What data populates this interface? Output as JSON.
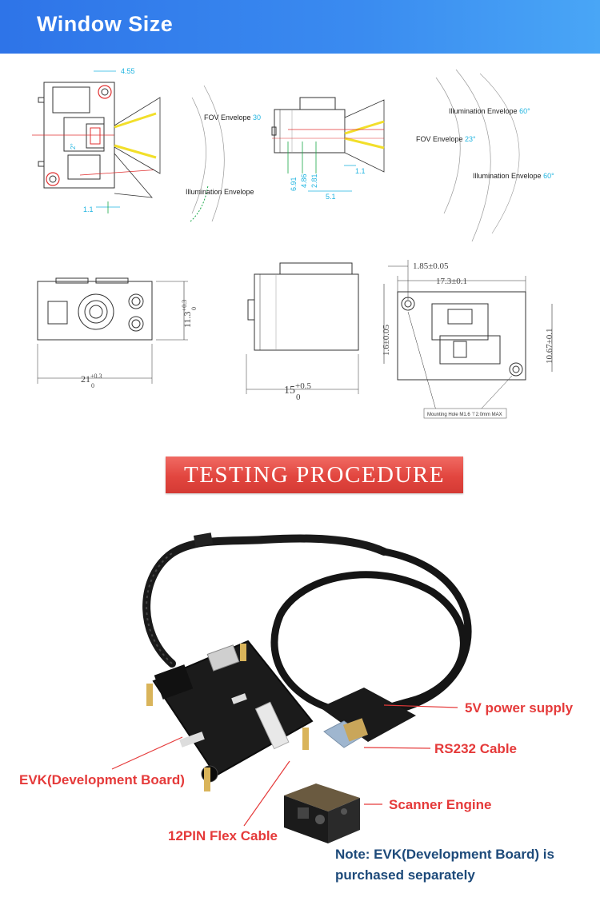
{
  "header": {
    "title": "Window Size"
  },
  "top_diagram_left": {
    "dim_top": "4.55",
    "dim_bottom": "1.1",
    "angle": "2°",
    "fov_label": "FOV Envelope",
    "fov_value": "30",
    "illum_label": "Illumination Envelope",
    "illum_value": ""
  },
  "top_diagram_right": {
    "illum_label": "Illumination Envelope",
    "illum_value_top": "60°",
    "fov_label": "FOV Envelope",
    "fov_value": "23°",
    "illum_value_bottom": "60°",
    "dims": [
      "6.91",
      "4.86",
      "2.81"
    ],
    "dim_small": "1.1",
    "dim_bottom": "5.1"
  },
  "dim_drawings": {
    "front_width": "21",
    "front_width_tol_upper": "+0.3",
    "front_width_tol_lower": "0",
    "front_height": "11.3",
    "front_height_tol_upper": "+0.3",
    "front_height_tol_lower": "0",
    "side_width": "15",
    "side_width_tol_upper": "+0.5",
    "side_width_tol_lower": "0",
    "top_offset": "1.85±0.05",
    "top_width": "17.3±0.1",
    "left_offset": "1.6±0.05",
    "right_height": "10.67±0.1",
    "mounting_note": "Mounting Hole M1.6  ⊤2.0mm MAX"
  },
  "banner": {
    "title": "TESTING PROCEDURE"
  },
  "labels": {
    "power": "5V power supply",
    "rs232": "RS232 Cable",
    "evk": "EVK(Development Board)",
    "scanner": "Scanner Engine",
    "flex": "12PIN Flex Cable"
  },
  "note": {
    "line1": "Note: EVK(Development Board) is",
    "line2": "purchased separately"
  },
  "colors": {
    "header_blue": "#2e74e8",
    "banner_red": "#e2463f",
    "label_red": "#e53a3a",
    "note_blue": "#1d4a7a",
    "dim_cyan": "#1fb4e0",
    "beam_yellow": "#f2df2a",
    "arc_green": "#1aa84a"
  }
}
